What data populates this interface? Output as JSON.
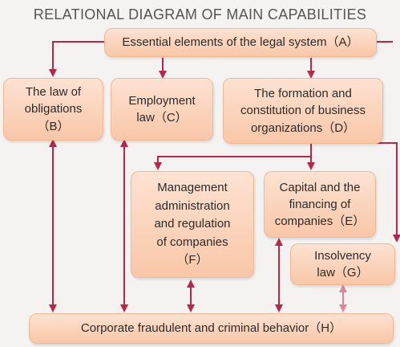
{
  "title": "RELATIONAL DIAGRAM OF MAIN CAPABILITIES",
  "colors": {
    "box_fill": "#f9c7a8",
    "connector": "#b8264a",
    "connector_light": "#e2839a"
  },
  "nodes": {
    "A": {
      "lines": [
        "Essential elements of the legal system（A）"
      ]
    },
    "B": {
      "lines": [
        "The law of",
        "obligations",
        "（B）"
      ]
    },
    "C": {
      "lines": [
        "Employment",
        "law（C）"
      ]
    },
    "D": {
      "lines": [
        "The formation and",
        "constitution of business",
        "organizations（D）"
      ]
    },
    "E": {
      "lines": [
        "Capital and the",
        "financing of",
        "companies（E）"
      ]
    },
    "F": {
      "lines": [
        "Management",
        "administration",
        "and regulation",
        "of companies",
        "（F）"
      ]
    },
    "G": {
      "lines": [
        "Insolvency",
        "law（G）"
      ]
    },
    "H": {
      "lines": [
        "Corporate fraudulent and criminal behavior（H）"
      ]
    }
  }
}
